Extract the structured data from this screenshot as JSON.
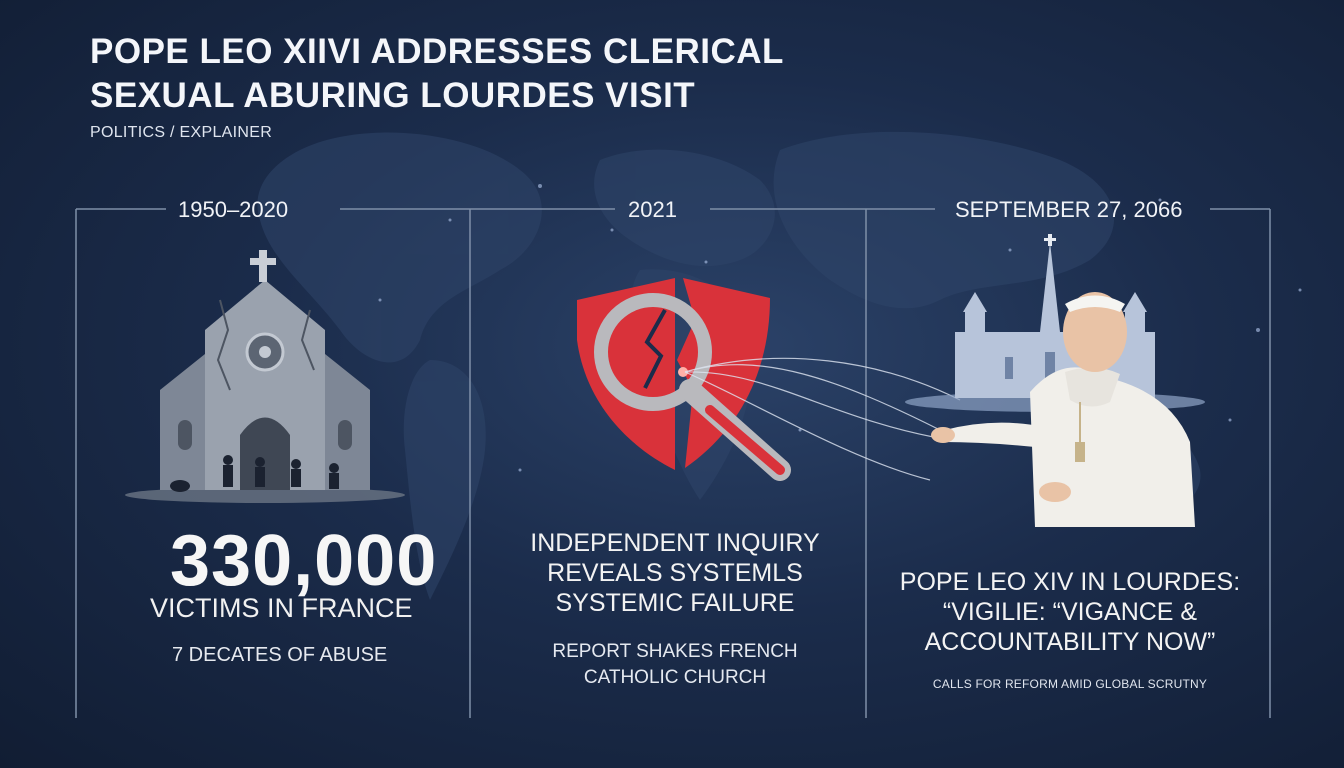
{
  "header": {
    "title_line1": "POPE LEO XIIVI ADDRESSES CLERICAL",
    "title_line2": "SEXUAL ABURING LOURDES VISIT",
    "category": "POLITICS / EXPLAINER"
  },
  "timeline": [
    {
      "date": "1950–2020",
      "stat": "330,000",
      "stat_label": "VICTIMS IN FRANCE",
      "detail": "7 DECATES OF ABUSE",
      "icon": "cracked-church-icon"
    },
    {
      "date": "2021",
      "headline_line1": "INDEPENDENT INQUIRY",
      "headline_line2": "REVEALS SYSTEMLS",
      "headline_line3": "SYSTEMIC FAILURE",
      "detail_line1": "REPORT SHAKES FRENCH",
      "detail_line2": "CATHOLIC CHURCH",
      "icon": "broken-shield-magnifier-icon"
    },
    {
      "date": "SEPTEMBER 27, 2066",
      "headline_line1": "POPE LEO XIV IN LOURDES:",
      "headline_line2": "“VIGILIE: “VIGANCE &",
      "headline_line3": "ACCOUNTABILITY NOW”",
      "detail": "CALLS FOR REFORM AMID GLOBAL SCRUTNY",
      "icon": "pope-basilica-icon"
    }
  ],
  "colors": {
    "background": "#1b2c4b",
    "shield_red": "#d9323a",
    "magnifier_gray": "#b9b9bd",
    "stone": "#8d94a0",
    "line": "#7f8fa8"
  }
}
